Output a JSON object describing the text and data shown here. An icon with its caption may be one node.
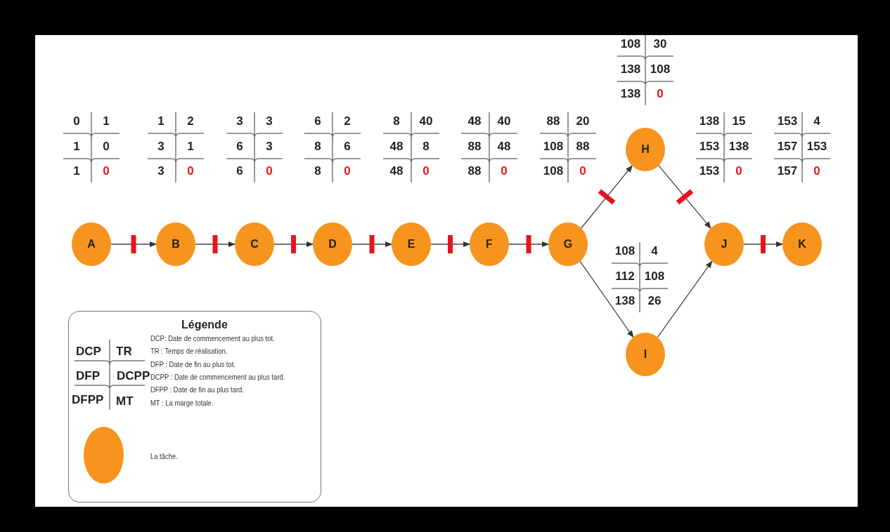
{
  "diagram": {
    "nodes": [
      {
        "text": [
          "A"
        ],
        "beside": [
          "0",
          "1",
          "1",
          "0",
          "1",
          "0"
        ]
      },
      {
        "text": [
          "B"
        ],
        "beside": [
          "1",
          "2",
          "3",
          "1",
          "3",
          "0"
        ]
      },
      {
        "text": [
          "C"
        ],
        "beside": [
          "3",
          "3",
          "6",
          "3",
          "6",
          "0"
        ]
      },
      {
        "text": [
          "D"
        ],
        "beside": [
          "6",
          "2",
          "8",
          "6",
          "8",
          "0"
        ]
      },
      {
        "text": [
          "E"
        ],
        "beside": [
          "8",
          "40",
          "48",
          "8",
          "48",
          "0"
        ]
      },
      {
        "text": [
          "F"
        ],
        "beside": [
          "48",
          "40",
          "88",
          "48",
          "88",
          "0"
        ]
      },
      {
        "text": [
          "G"
        ],
        "beside": [
          "88",
          "20",
          "108",
          "88",
          "108",
          "0"
        ]
      },
      {
        "text": [
          "H"
        ],
        "beside": [
          "108",
          "30",
          "138",
          "108",
          "138",
          "0"
        ]
      },
      {
        "text": [
          "I"
        ],
        "beside": [
          "108",
          "4",
          "112",
          "108",
          "138",
          "26"
        ]
      },
      {
        "text": [
          "J"
        ],
        "beside": [
          "138",
          "15",
          "153",
          "138",
          "153",
          "0"
        ]
      },
      {
        "text": [
          "K"
        ],
        "beside": [
          "153",
          "4",
          "157",
          "153",
          "157",
          "0"
        ]
      }
    ],
    "edges": [
      {
        "from": 0,
        "to": 1,
        "arrow": "to"
      },
      {
        "from": 1,
        "to": 2,
        "arrow": "to"
      },
      {
        "from": 2,
        "to": 3,
        "arrow": "to"
      },
      {
        "from": 3,
        "to": 4,
        "arrow": "to"
      },
      {
        "from": 4,
        "to": 5,
        "arrow": "to"
      },
      {
        "from": 5,
        "to": 6,
        "arrow": "to"
      },
      {
        "from": 6,
        "to": 7,
        "arrow": "to"
      },
      {
        "from": 6,
        "to": 8,
        "arrow": "to"
      },
      {
        "from": 7,
        "to": 9,
        "arrow": "to"
      },
      {
        "from": 8,
        "to": 9,
        "arrow": "to"
      },
      {
        "from": 9,
        "to": 10,
        "arrow": "to"
      }
    ],
    "labels": [
      "Légende",
      "DCP",
      "TR",
      "DFP",
      "DCPP",
      "DFPP",
      "MT"
    ],
    "legend": [
      {
        "text": "DCP: Date de commencement au plus tot."
      },
      {
        "text": "TR : Temps de réalisation."
      },
      {
        "text": "DFP : Date de fin au plus tot."
      },
      {
        "text": "DCPP : Date de commencement au plus tard."
      },
      {
        "text": "DFPP : Date de fin au plus tard."
      },
      {
        "text": "MT : La marge totale."
      },
      {
        "text": "La tâche.",
        "color": "#f7941d"
      }
    ]
  }
}
